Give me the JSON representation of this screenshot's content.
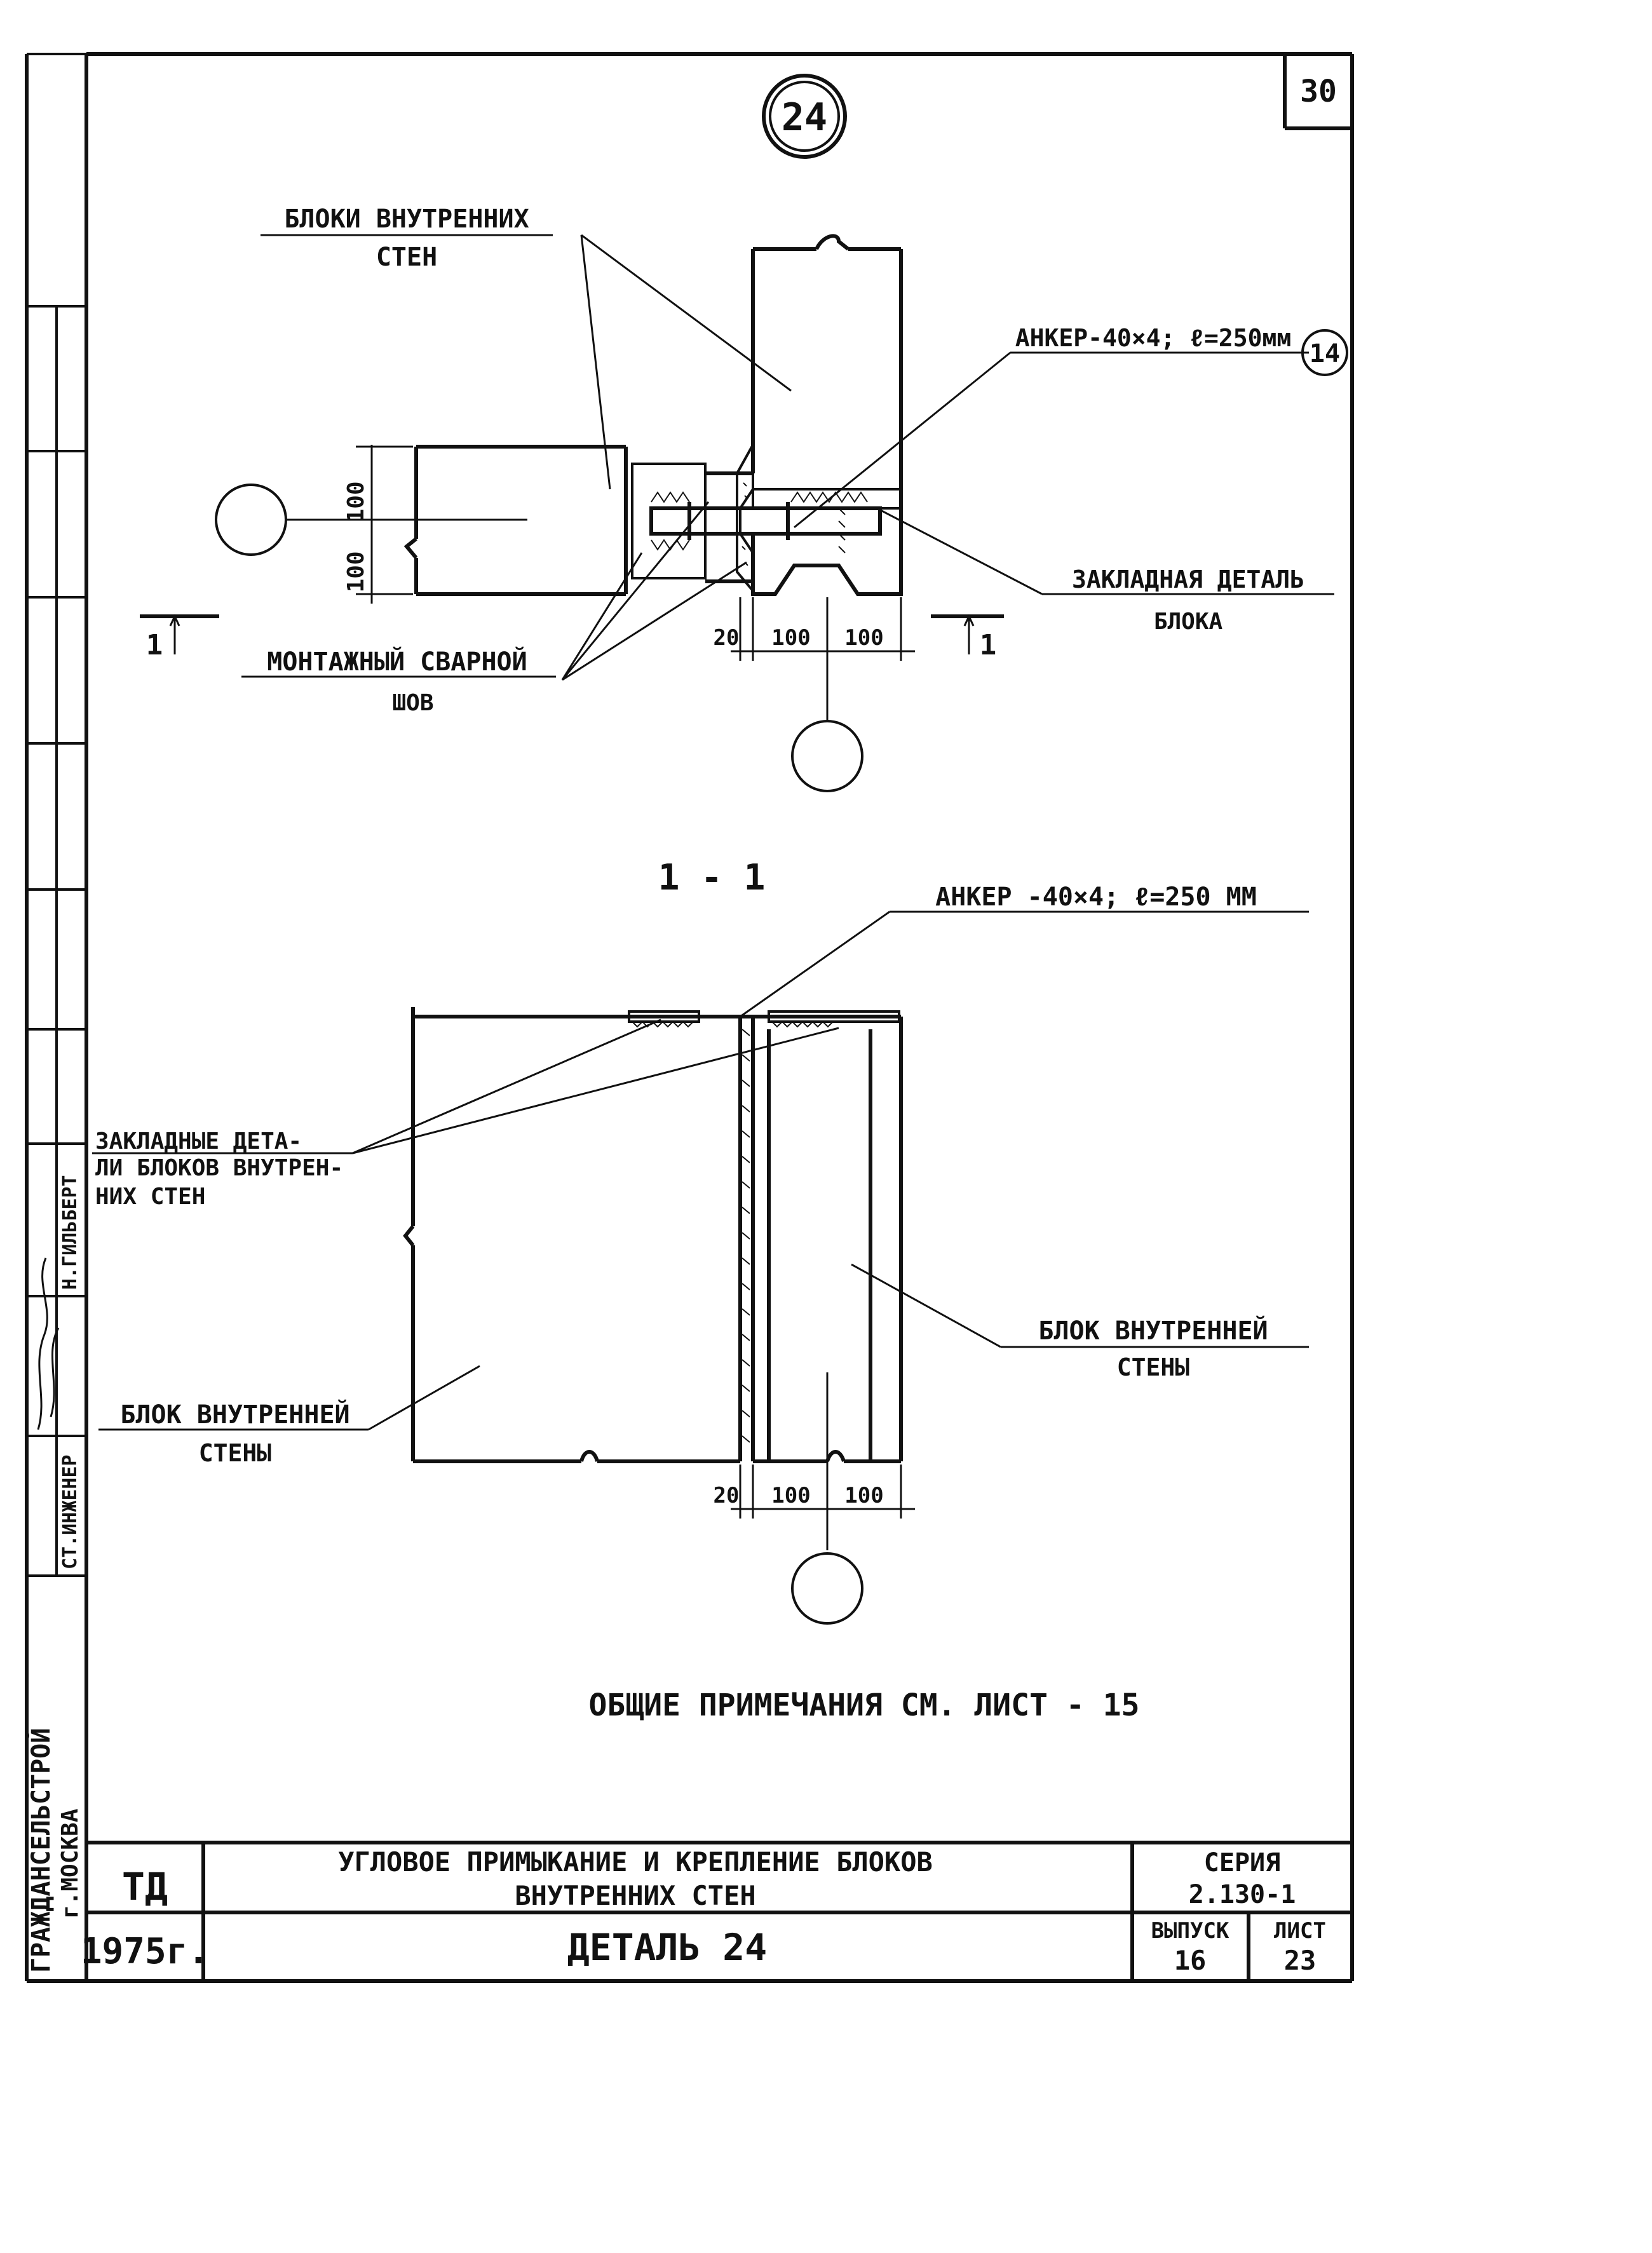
{
  "detail_number": "24",
  "sheet_page": "30",
  "plan_view": {
    "label_inner_blocks": [
      "БЛОКИ ВНУТРЕННИХ",
      "СТЕН"
    ],
    "anchor_label": "АНКЕР-40×4; ℓ=250мм",
    "anchor_ref": "14",
    "embedded_part_label": [
      "ЗАКЛАДНАЯ ДЕТАЛЬ",
      "БЛОКА"
    ],
    "weld_label": [
      "МОНТАЖНЫЙ СВАРНОЙ",
      "ШОВ"
    ],
    "dim_vertical": [
      "100",
      "100"
    ],
    "dim_horizontal": [
      "20",
      "100",
      "100"
    ],
    "section_mark": "1"
  },
  "section_view": {
    "title": "1 - 1",
    "anchor_label": "АНКЕР -40×4; ℓ=250 ММ",
    "embedded_parts_label": [
      "ЗАКЛАДНЫЕ ДЕТА-",
      "ЛИ БЛОКОВ ВНУТРЕН-",
      "НИХ СТЕН"
    ],
    "block_right_label": [
      "БЛОК ВНУТРЕННЕЙ",
      "СТЕНЫ"
    ],
    "block_left_label": [
      "БЛОК ВНУТРЕННЕЙ",
      "СТЕНЫ"
    ],
    "dim_horizontal": [
      "20",
      "100",
      "100"
    ]
  },
  "general_notes": "ОБЩИЕ ПРИМЕЧАНИЯ СМ. ЛИСТ - 15",
  "side_stamp": {
    "org": "ГРАЖДАНСЕЛЬСТРОЙ",
    "city": "г.МОСКВА",
    "role": "СТ.ИНЖЕНЕР",
    "name": "Н.ГИЛЬБЕРТ"
  },
  "title_block": {
    "code": "ТД",
    "title_line1": "УГЛОВОЕ ПРИМЫКАНИЕ И КРЕПЛЕНИЕ БЛОКОВ",
    "title_line2": "ВНУТРЕННИХ СТЕН",
    "series_label": "СЕРИЯ",
    "series_value": "2.130-1",
    "year": "1975г.",
    "detail_name": "ДЕТАЛЬ 24",
    "issue_label": "ВЫПУСК",
    "issue_value": "16",
    "sheet_label": "ЛИСТ",
    "sheet_value": "23"
  }
}
